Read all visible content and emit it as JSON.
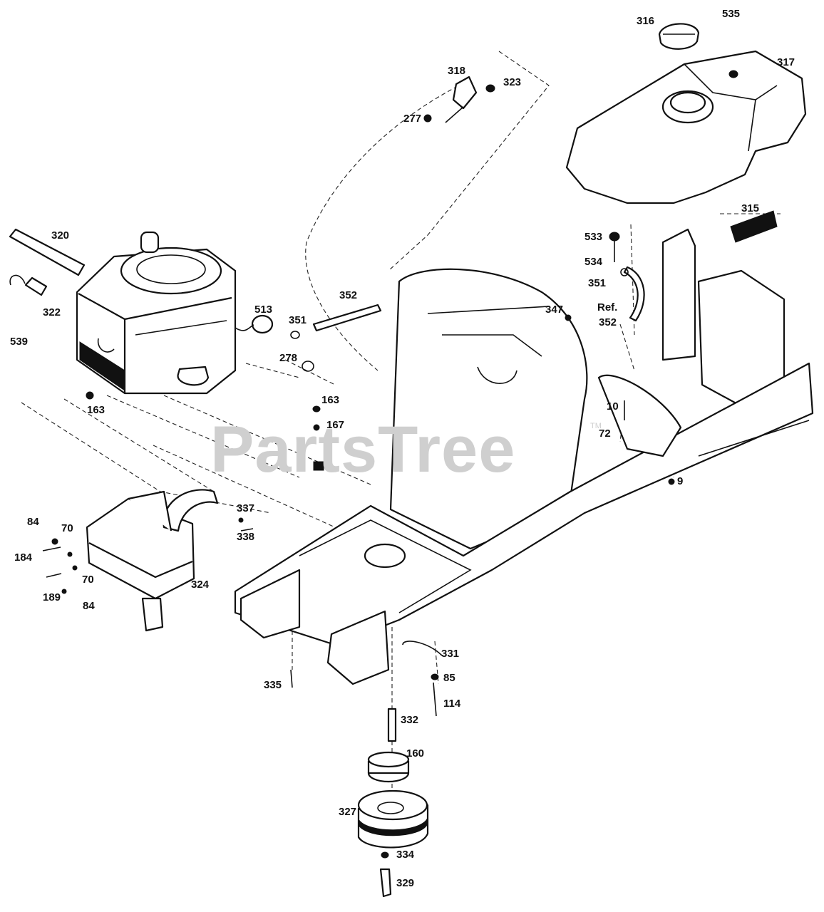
{
  "watermark": {
    "text": "PartsTree",
    "trademark": "TM"
  },
  "labels": {
    "p316": "316",
    "p535": "535",
    "p317": "317",
    "p318": "318",
    "p323": "323",
    "p277": "277",
    "p315": "315",
    "p533": "533",
    "p534": "534",
    "p351a": "351",
    "p351b": "351",
    "ref": "Ref.",
    "p352ref": "352",
    "p352": "352",
    "p347": "347",
    "p320": "320",
    "p322": "322",
    "p539": "539",
    "p513": "513",
    "p278": "278",
    "p163a": "163",
    "p163b": "163",
    "p167": "167",
    "p10": "10",
    "p72": "72",
    "p9": "9",
    "p337": "337",
    "p338": "338",
    "p84a": "84",
    "p70a": "70",
    "p184": "184",
    "p70b": "70",
    "p189": "189",
    "p84b": "84",
    "p324": "324",
    "p331": "331",
    "p85": "85",
    "p335": "335",
    "p114": "114",
    "p332": "332",
    "p160": "160",
    "p327": "327",
    "p334": "334",
    "p329": "329"
  }
}
